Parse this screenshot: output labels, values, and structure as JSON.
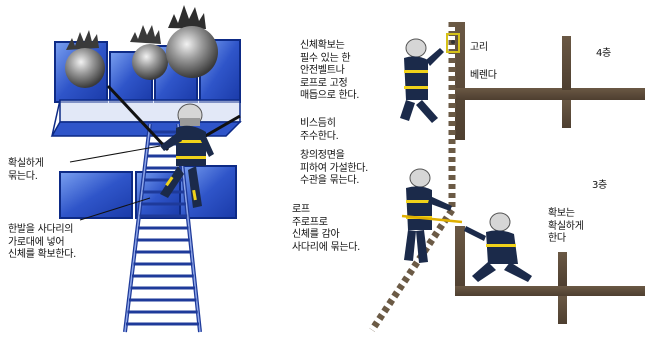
{
  "left_panel": {
    "label_tie": "확실하게\n묶는다.",
    "label_leg": "한발을 사다리의\n가로대에 넣어\n신체를 확보한다."
  },
  "right_panel": {
    "label_belt": "신체확보는\n필수 있는 한\n안전벨트나\n로프로 고정\n매듭으로 한다.",
    "label_hook": "고리",
    "label_balcony": "베렌다",
    "label_floor4": "4층",
    "label_diagonal": "비스듬히\n주수한다.",
    "label_window": "창의정면을\n피하여 가설한다.\n수관을 묶는다.",
    "label_floor3": "3층",
    "label_rope": "로프\n주로프로\n신체를 감아\n사다리에 묶는다.",
    "label_secure": "확보는\n확실하게\n한다"
  },
  "colors": {
    "window_blue": "#2f55c9",
    "window_frame": "#0d2a86",
    "uniform_navy": "#1b2a4a",
    "reflective_yellow": "#f0d21a",
    "wall_brown": "#5b4a38",
    "smoke_gray": "#777777"
  }
}
